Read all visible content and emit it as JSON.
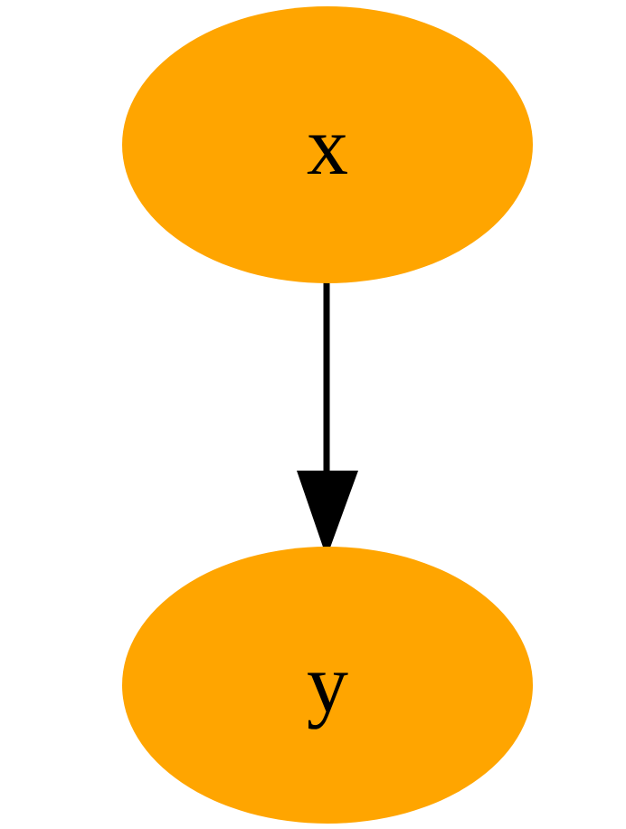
{
  "colors": {
    "node_fill": "#FFA500",
    "edge": "#000000",
    "background": "#FFFFFF"
  },
  "nodes": {
    "x": {
      "label": "x"
    },
    "y": {
      "label": "y"
    }
  },
  "edges": [
    {
      "from": "x",
      "to": "y",
      "directed": true
    }
  ]
}
